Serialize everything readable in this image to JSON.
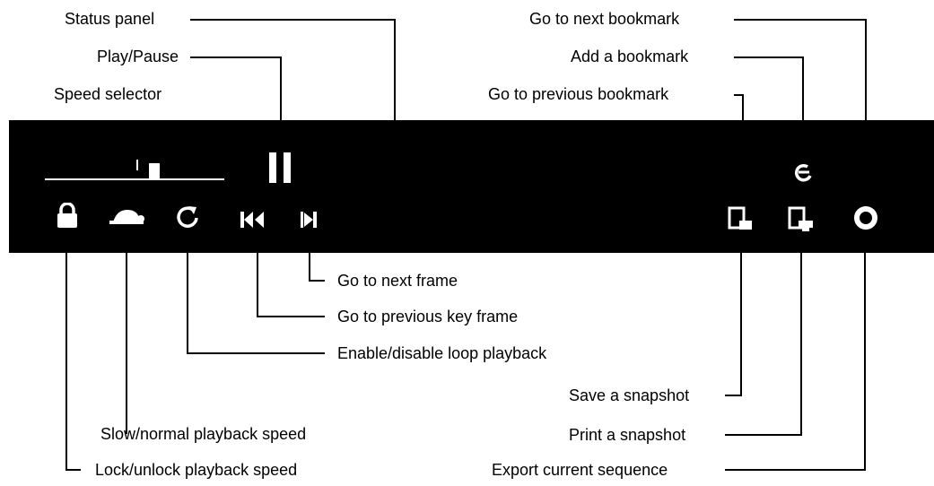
{
  "callouts": {
    "status_panel": "Status panel",
    "play_pause": "Play/Pause",
    "speed_selector": "Speed selector",
    "next_bookmark": "Go to next bookmark",
    "add_bookmark": "Add a bookmark",
    "previous_bookmark": "Go to previous bookmark",
    "next_frame": "Go to next frame",
    "previous_key_frame": "Go to previous key frame",
    "loop_playback": "Enable/disable loop playback",
    "save_snapshot": "Save a snapshot",
    "print_snapshot": "Print a snapshot",
    "playback_speed": "Slow/normal playback speed",
    "export_sequence": "Export current sequence",
    "lock_speed": "Lock/unlock playback speed"
  },
  "icons": {
    "lock": "lock-icon",
    "turtle": "turtle-icon",
    "loop": "loop-icon",
    "previous_key_frame": "skip-back-icon",
    "next_frame": "next-frame-icon",
    "play_pause": "pause-icon",
    "save_snapshot": "save-snapshot-icon",
    "print_snapshot": "print-snapshot-icon",
    "export": "export-circle-icon",
    "add_bookmark": "add-bookmark-icon"
  },
  "colors": {
    "toolbar": "#000000",
    "icon": "#ffffff",
    "text": "#000000"
  }
}
